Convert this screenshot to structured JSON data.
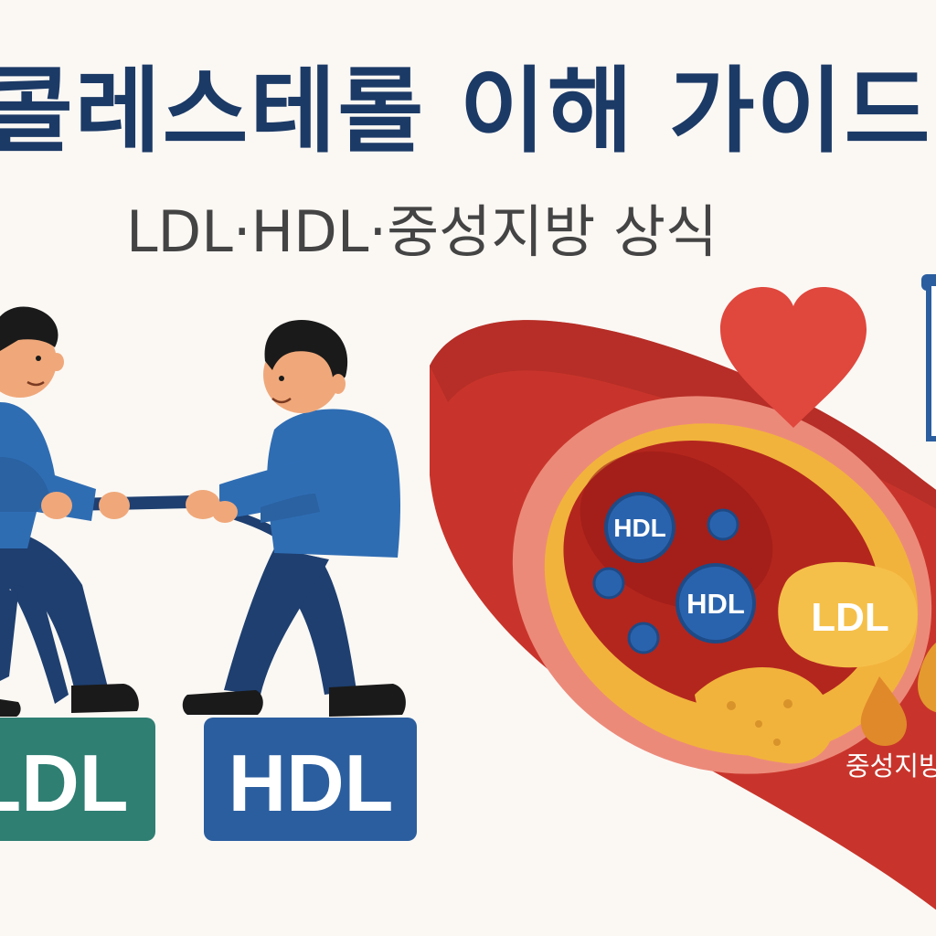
{
  "title": "콜레스테롤 이해 가이드",
  "subtitle": "LDL·HDL·중성지방 상식",
  "tug_boxes": {
    "left_label": "LDL",
    "right_label": "HDL"
  },
  "vessel": {
    "hdl_particle_1": "HDL",
    "hdl_particle_2": "HDL",
    "ldl_plaque": "LDL",
    "triglyceride_label": "중성지방"
  },
  "colors": {
    "title": "#1c3a66",
    "subtitle": "#444444",
    "ldl_box": "#2f7f73",
    "hdl_box": "#2b5e9f",
    "vessel_outer": "#c8342b",
    "plaque": "#f2b33c",
    "heart": "#e0473d",
    "shirt": "#2f6db3",
    "pants": "#1e3f70"
  }
}
